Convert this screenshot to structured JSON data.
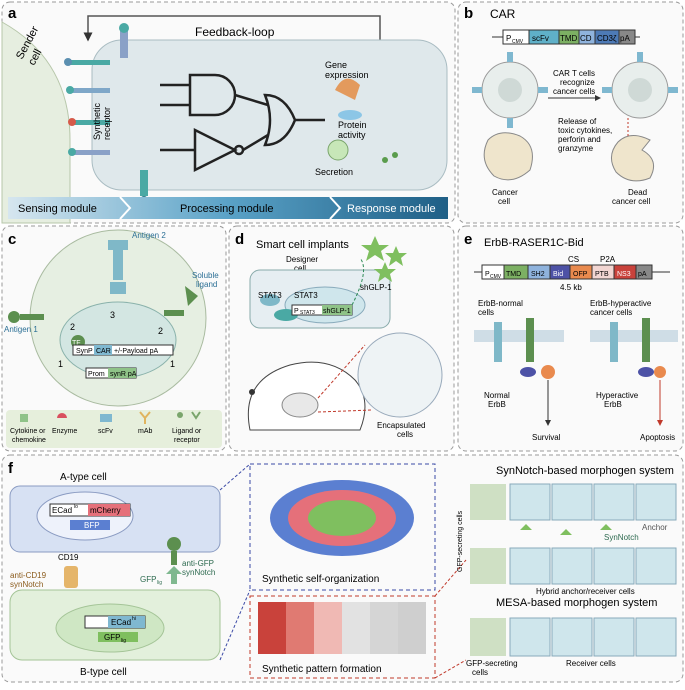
{
  "panels": {
    "a": {
      "letter": "a",
      "sender": "Sender\ncell",
      "sender_l1": "Sender",
      "sender_l2": "cell",
      "feedback": "Feedback-loop",
      "receptor_l1": "Synthetic",
      "receptor_l2": "receptor",
      "outputs": [
        "Gene\nexpression",
        "Protein\nactivity",
        "Secretion"
      ],
      "out1_l1": "Gene",
      "out1_l2": "expression",
      "out2_l1": "Protein",
      "out2_l2": "activity",
      "out3": "Secretion",
      "modules": [
        "Sensing module",
        "Processing module",
        "Response module"
      ]
    },
    "b": {
      "letter": "b",
      "title": "CAR",
      "construct": [
        "P",
        "CMV",
        "scFv",
        "TMD",
        "CD",
        "CD3ζ",
        "pA"
      ],
      "p": "P",
      "cmv": "CMV",
      "scfv": "scFv",
      "tmd": "TMD",
      "cd": "CD",
      "cd3": "CD3ζ",
      "pa": "pA",
      "text1": [
        "CAR T cells",
        "recognize",
        "cancer cells"
      ],
      "t1a": "CAR T cells",
      "t1b": "recognize",
      "t1c": "cancer cells",
      "t2a": "Release of",
      "t2b": "toxic cytokines,",
      "t2c": "perforin and",
      "t2d": "granzyme",
      "cancer_l1": "Cancer",
      "cancer_l2": "cell",
      "dead_l1": "Dead",
      "dead_l2": "cancer cell"
    },
    "c": {
      "letter": "c",
      "antigen2": "Antigen 2",
      "antigen1": "Antigen 1",
      "soluble_l1": "Soluble",
      "soluble_l2": "ligand",
      "tf": "TF",
      "synp": "SynP",
      "car": "CAR",
      "payload": "+/-Payload pA",
      "prom": "Prom",
      "synr": "synR pA",
      "n1": "1",
      "n2": "2",
      "n3": "3",
      "legend": [
        "Cytokine or chemokine",
        "Enzyme",
        "scFv",
        "mAb",
        "Ligand or receptor"
      ],
      "leg1a": "Cytokine or",
      "leg1b": "chemokine",
      "leg2": "Enzyme",
      "leg3": "scFv",
      "leg4": "mAb",
      "leg5a": "Ligand or",
      "leg5b": "receptor"
    },
    "d": {
      "letter": "d",
      "title": "Smart cell implants",
      "designer_l1": "Designer",
      "designer_l2": "cell",
      "stat3": "STAT3",
      "pstat3": "P",
      "pstat3_sub": "STAT3",
      "shglp_gene": "shGLP-1",
      "shglp": "shGLP-1",
      "enc_l1": "Encapsulated",
      "enc_l2": "cells"
    },
    "e": {
      "letter": "e",
      "title": "ErbB-RASER1C-Bid",
      "cs": "CS",
      "p2a": "P2A",
      "construct": [
        "P",
        "CMV",
        "TMD",
        "SH2",
        "Bid",
        "OFP",
        "PTB",
        "NS3",
        "pA"
      ],
      "p": "P",
      "cmv": "CMV",
      "tmd": "TMD",
      "sh2": "SH2",
      "bid": "Bid",
      "ofp": "OFP",
      "ptb": "PTB",
      "ns3": "NS3",
      "pa": "pA",
      "size": "4.5 kb",
      "normal_l1": "ErbB-normal",
      "normal_l2": "cells",
      "hyper_l1": "ErbB-hyperactive",
      "hyper_l2": "cancer cells",
      "nerbb_l1": "Normal",
      "nerbb_l2": "ErbB",
      "herbb_l1": "Hyperactive",
      "herbb_l2": "ErbB",
      "survival": "Survival",
      "apoptosis": "Apoptosis"
    },
    "f": {
      "letter": "f",
      "atype": "A-type cell",
      "btype": "B-type cell",
      "ecad_lo": "ECad",
      "ecad_lo_sup": "lo",
      "mcherry": "mCherry",
      "bfp": "BFP",
      "cd19": "CD19",
      "anticd19_l1": "anti-CD19",
      "anticd19_l2": "synNotch",
      "antigfp_l1": "anti-GFP",
      "antigfp_l2": "synNotch",
      "gfplig": "GFP",
      "gfplig_sub": "lig",
      "ecad_hi": "ECad",
      "ecad_hi_sup": "hi",
      "gfplig2": "GFP",
      "gfplig2_sub": "lig",
      "self_org": "Synthetic self-organization",
      "pattern": "Synthetic pattern formation",
      "synnotch_title": "SynNotch-based morphogen system",
      "synnotch_lbl": "SynNotch",
      "anchor_lbl": "Anchor",
      "gfp_secreting": "GFP-secreting cells",
      "hybrid": "Hybrid anchor/receiver cells",
      "mesa_title": "MESA-based morphogen system",
      "gfp_sec_l1": "GFP-secreting",
      "gfp_sec_l2": "cells",
      "receiver": "Receiver cells"
    }
  },
  "colors": {
    "panel_bg": "#f7f7f7",
    "dash": "#9a9a9a",
    "teal": "#4aa9a4",
    "cell_fill": "#e9f0f2",
    "green": "#5c8f4f",
    "blue_arrow": "#2b6f95"
  }
}
